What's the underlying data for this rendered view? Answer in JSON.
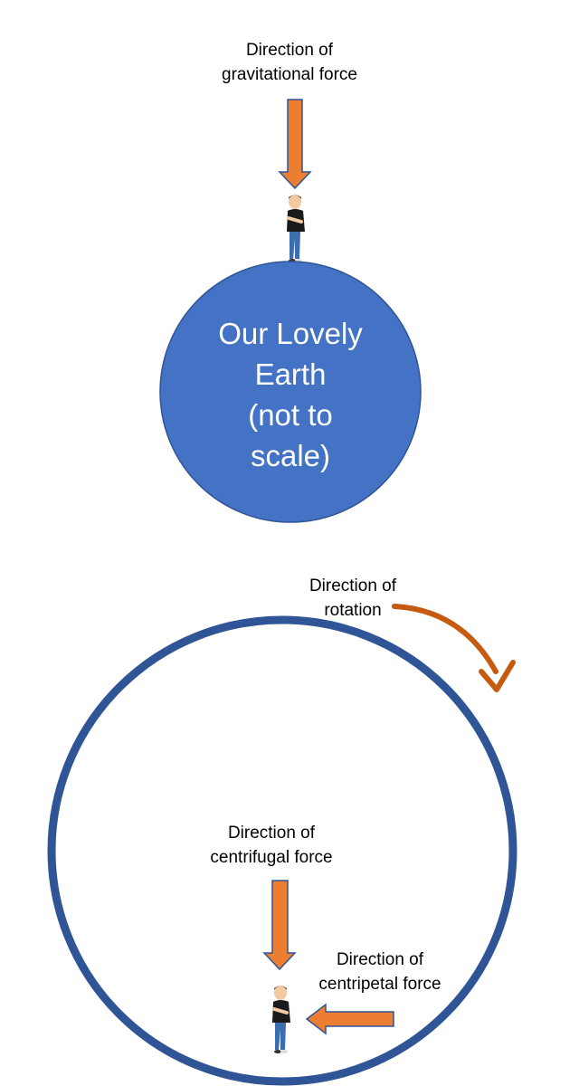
{
  "labels": {
    "gravitational": [
      "Direction of",
      "gravitational force"
    ],
    "rotation": [
      "Direction of",
      "rotation"
    ],
    "centrifugal": [
      "Direction of",
      "centrifugal force"
    ],
    "centripetal": [
      "Direction of",
      "centripetal force"
    ]
  },
  "earth": {
    "lines": [
      "Our Lovely",
      "Earth",
      "(not to",
      "scale)"
    ]
  },
  "colors": {
    "arrow_fill": "#ED7D31",
    "arrow_stroke": "#2F5597",
    "earth_fill": "#4472C4",
    "earth_stroke": "#2F5597",
    "ring_stroke": "#2F5597",
    "rotation_arrow": "#C55A11",
    "shirt": "#1a1a1a",
    "jeans": "#3b6db0",
    "skin": "#f2c9a0",
    "hair": "#6b4a2a"
  },
  "icons": [
    "person-figure-icon",
    "down-arrow-icon",
    "left-arrow-icon",
    "curved-arrow-icon"
  ]
}
